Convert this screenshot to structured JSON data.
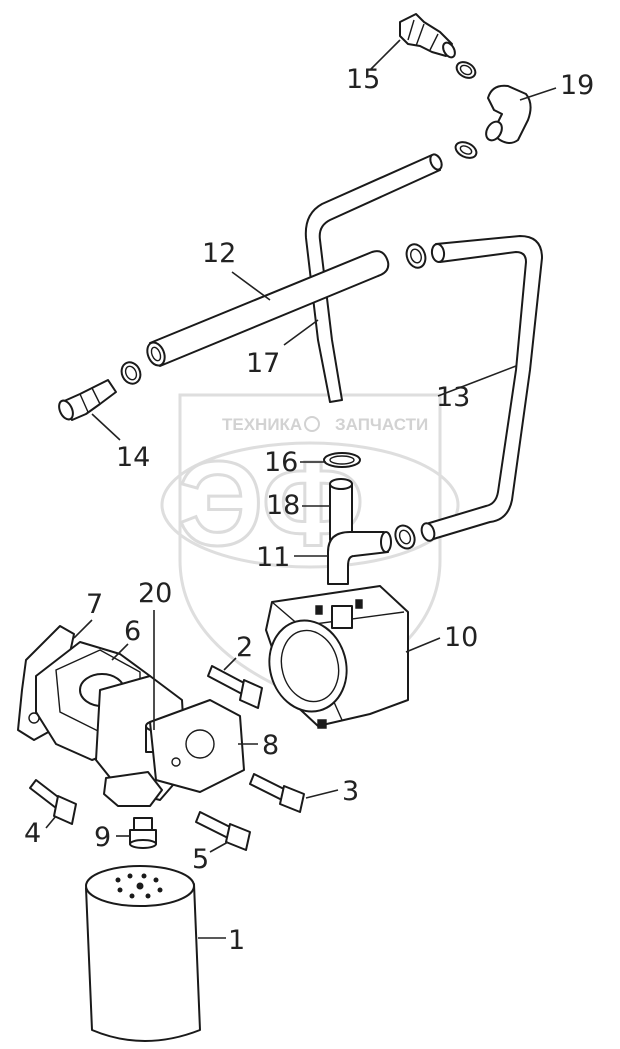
{
  "watermark": {
    "top_text": "ТЕХНИКА",
    "top_text_right": "ЗАПЧАСТИ",
    "logo_letters": "ЭФ"
  },
  "labels": [
    {
      "id": "l1",
      "text": "1"
    },
    {
      "id": "l2",
      "text": "2"
    },
    {
      "id": "l3",
      "text": "3"
    },
    {
      "id": "l4",
      "text": "4"
    },
    {
      "id": "l5",
      "text": "5"
    },
    {
      "id": "l6",
      "text": "6"
    },
    {
      "id": "l7",
      "text": "7"
    },
    {
      "id": "l8",
      "text": "8"
    },
    {
      "id": "l9",
      "text": "9"
    },
    {
      "id": "l10",
      "text": "10"
    },
    {
      "id": "l11",
      "text": "11"
    },
    {
      "id": "l12",
      "text": "12"
    },
    {
      "id": "l13",
      "text": "13"
    },
    {
      "id": "l14",
      "text": "14"
    },
    {
      "id": "l15",
      "text": "15"
    },
    {
      "id": "l16",
      "text": "16"
    },
    {
      "id": "l17",
      "text": "17"
    },
    {
      "id": "l18",
      "text": "18"
    },
    {
      "id": "l19",
      "text": "19"
    },
    {
      "id": "l20",
      "text": "20"
    }
  ]
}
